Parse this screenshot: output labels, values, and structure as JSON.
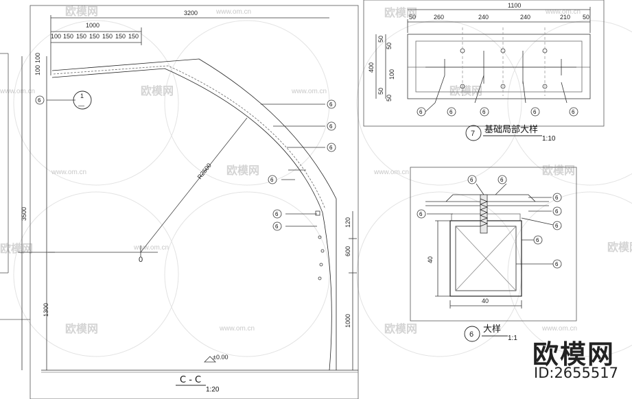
{
  "drawings": {
    "section_cc": {
      "dims_top": {
        "total": "3200",
        "sub": "1000",
        "steps": [
          "100",
          "150",
          "150",
          "150",
          "150",
          "150",
          "150"
        ]
      },
      "dims_left": {
        "top1": "100",
        "top2": "100",
        "height": "3500",
        "bottom": "1300"
      },
      "dims_right": {
        "a": "120",
        "b": "600",
        "c": "1000"
      },
      "radius": "R2500",
      "center": "0",
      "elevation": "±0.00",
      "section_mark": {
        "num": "1",
        "sub": "—"
      },
      "title": "C - C",
      "scale": "1:20"
    },
    "detail_7": {
      "dims_top": {
        "total": "1100",
        "segs": [
          "50",
          "260",
          "240",
          "240",
          "210",
          "50"
        ]
      },
      "dims_left": {
        "total": "400",
        "a": "50",
        "b": "50",
        "c": "100",
        "d": "50",
        "e": "50"
      },
      "number": "7",
      "title": "基础局部大样",
      "scale": "1:10"
    },
    "detail_6": {
      "dim_h": "40",
      "dim_w": "40",
      "number": "6",
      "title": "大样",
      "scale": "1:1"
    },
    "callout": "6"
  },
  "watermark": {
    "url": "www.om.cn",
    "name": "欧模网"
  },
  "brand": {
    "name": "欧模网",
    "id": "ID:2655517"
  }
}
